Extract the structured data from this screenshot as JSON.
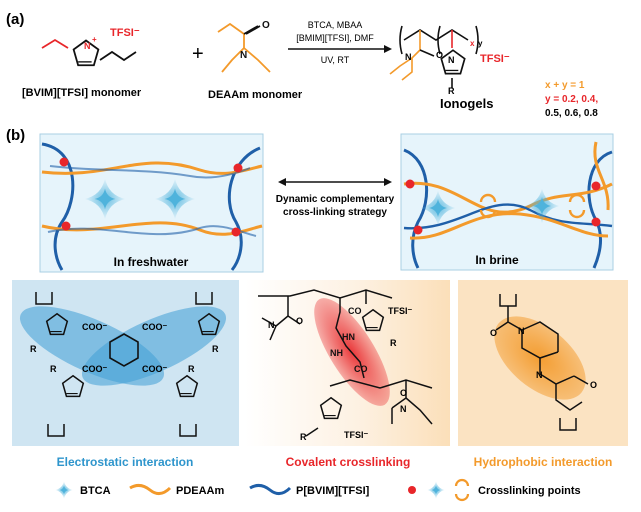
{
  "panel_a": {
    "label": "(a)",
    "monomer1_charge": "TFSI⁻",
    "monomer1_name": "[BVIM][TFSI] monomer",
    "plus": "+",
    "monomer2_name": "DEAAm monomer",
    "conditions_line1": "BTCA, MBAA",
    "conditions_line2": "[BMIM][TFSI], DMF",
    "conditions_line3": "UV, RT",
    "product_name": "Ionogels",
    "product_charge": "TFSI⁻",
    "sub_x": "x",
    "sub_y": "y",
    "ratio_line1": "x + y = 1",
    "ratio_line2": "y = 0.2, 0.4,",
    "ratio_line3": "0.5, 0.6, 0.8"
  },
  "panel_b": {
    "label": "(b)",
    "strategy_line1": "Dynamic complementary",
    "strategy_line2": "cross-linking strategy",
    "freshwater_label": "In freshwater",
    "brine_label": "In brine"
  },
  "interactions": {
    "electrostatic": "Electrostatic interaction",
    "covalent": "Covalent crosslinking",
    "hydrophobic": "Hydrophobic interaction",
    "coo": "COO⁻",
    "tfsi": "TFSI⁻",
    "co": "CO",
    "hn": "HN",
    "nh": "NH",
    "r": "R"
  },
  "legend": {
    "btca": "BTCA",
    "pdeaam": "PDEAAm",
    "pbvim": "P[BVIM][TFSI]",
    "points": "Crosslinking points"
  },
  "colors": {
    "pbvim": "#1f5fa8",
    "pdeaam": "#f39a2b",
    "crosslink": "#e8262a",
    "btca": "#4fb3dc",
    "electrostatic_text": "#2e95cc",
    "covalent_text": "#e8262a",
    "hydrophobic_text": "#f39a2b",
    "panel_fill": "#e6f4fb",
    "electro_bg": "#cfe5f2",
    "hydro_bg": "#fbe3c2"
  }
}
